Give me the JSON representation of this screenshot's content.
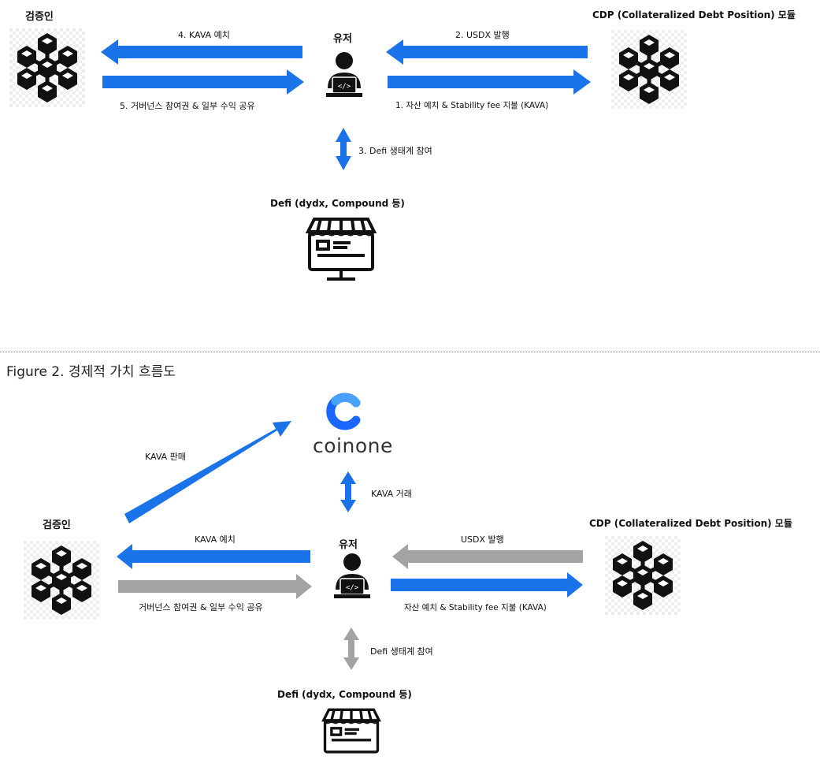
{
  "colors": {
    "blue_arrow": "#1a73e8",
    "gray_arrow": "#a3a3a3",
    "coinone_blue": "#1a66ff"
  },
  "top": {
    "validator_title": "검증인",
    "user_title": "유저",
    "cdp_title": "CDP (Collateralized Debt Position) 모듈",
    "defi_title": "Defi (dydx, Compound 등)",
    "arrow4": "4. KAVA 예치",
    "arrow5": "5. 거버넌스 참여권 & 일부 수익 공유",
    "arrow2": "2. USDX 발행",
    "arrow1": "1. 자산 예치 & Stability fee 지불 (KAVA)",
    "arrow3": "3. Defi 생태계 참여"
  },
  "figure_caption": "Figure 2. 경제적 가치 흐름도",
  "bottom": {
    "coinone_text": "coinone",
    "sell_label": "KAVA 판매",
    "trade_label": "KAVA 거래",
    "validator_title": "검증인",
    "user_title": "유저",
    "cdp_title": "CDP (Collateralized Debt Position) 모듈",
    "defi_title": "Defi (dydx, Compound 등)",
    "deposit_label": "KAVA 예치",
    "gov_label": "거버넌스 참여권 & 일부 수익 공유",
    "issue_label": "USDX 발행",
    "asset_label": "자산 예치 & Stability fee 지불 (KAVA)",
    "defi_label": "Defi 생태계 참여"
  },
  "icons": {
    "validator": "blockchain-network-icon",
    "cdp": "blockchain-network-icon",
    "user": "developer-user-icon",
    "defi": "storefront-monitor-icon",
    "exchange": "coinone-logo"
  }
}
